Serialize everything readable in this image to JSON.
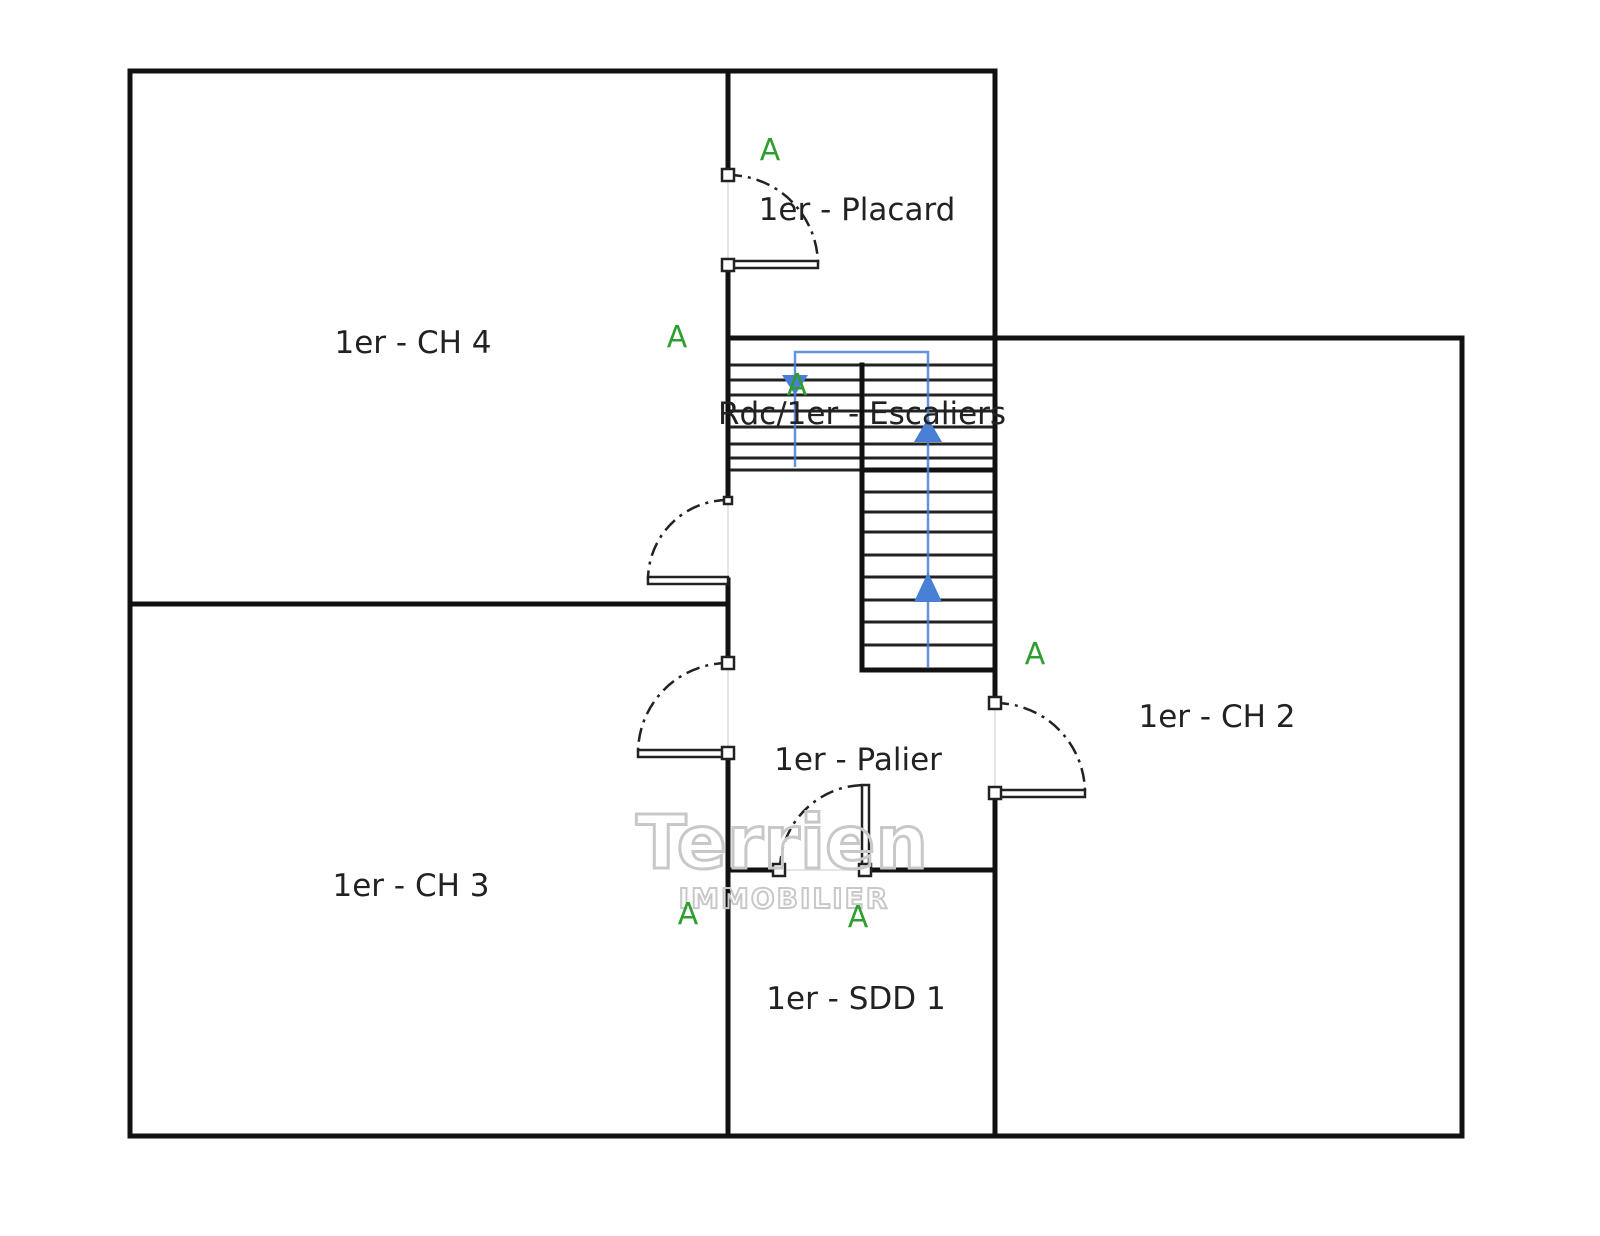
{
  "title": "1er étage",
  "rooms": {
    "ch4": "1er - CH 4",
    "placard": "1er - Placard",
    "escaliers": "Rdc/1er - Escaliers",
    "ch2": "1er - CH 2",
    "palier": "1er - Palier",
    "ch3": "1er - CH 3",
    "sdd1": "1er - SDD 1"
  },
  "markers": {
    "symbol": "A",
    "color": "#2e9e2e"
  },
  "stair_arrow_color": "#4a7fd6",
  "watermark": {
    "brand": "Terrien",
    "subtitle": "IMMOBILIER"
  }
}
